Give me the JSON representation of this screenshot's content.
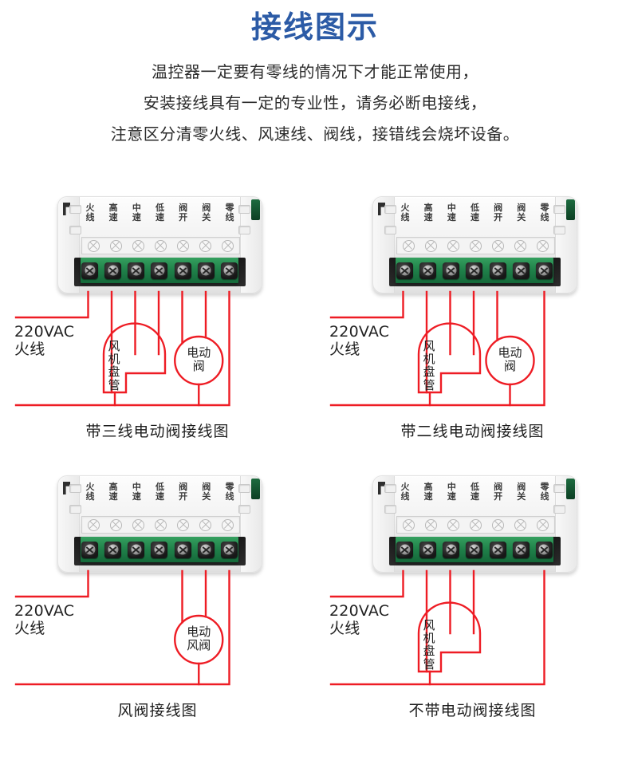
{
  "header": {
    "title": "接线图示",
    "intro_lines": [
      "温控器一定要有零线的情况下才能正常使用，",
      "安装接线具有一定的专业性，请务必断电接线，",
      "注意区分清零火线、风速线、阀线，接错线会烧坏设备。"
    ]
  },
  "colors": {
    "title_blue": "#2c5ba6",
    "wire_red": "#ee1c24",
    "pcb_green": "#1f8049",
    "body_text": "#2b2b2b"
  },
  "device": {
    "terminals": [
      {
        "index": 1,
        "top": "火",
        "bottom": "线",
        "name": "火线"
      },
      {
        "index": 2,
        "top": "高",
        "bottom": "速",
        "name": "高速"
      },
      {
        "index": 3,
        "top": "中",
        "bottom": "速",
        "name": "中速"
      },
      {
        "index": 4,
        "top": "低",
        "bottom": "速",
        "name": "低速"
      },
      {
        "index": 5,
        "top": "阀",
        "bottom": "开",
        "name": "阀开"
      },
      {
        "index": 6,
        "top": "阀",
        "bottom": "关",
        "name": "阀关"
      },
      {
        "index": 7,
        "top": "零",
        "bottom": "线",
        "name": "零线"
      }
    ],
    "symbol_count": 7
  },
  "diagrams": [
    {
      "id": "three-wire-valve",
      "caption": "带三线电动阀接线图",
      "supply_label_line1": "220VAC",
      "supply_label_line2": "火线",
      "fancoil_label": "风机盘管",
      "valve_label": "电动阀",
      "connected_terminals": [
        1,
        2,
        3,
        4,
        5,
        6,
        7
      ],
      "fancoil_terminals": [
        2,
        3,
        4
      ],
      "valve_terminals": [
        5,
        6
      ]
    },
    {
      "id": "two-wire-valve",
      "caption": "带二线电动阀接线图",
      "supply_label_line1": "220VAC",
      "supply_label_line2": "火线",
      "fancoil_label": "风机盘管",
      "valve_label": "电动阀",
      "connected_terminals": [
        1,
        2,
        3,
        4,
        5,
        7
      ],
      "fancoil_terminals": [
        2,
        3,
        4
      ],
      "valve_terminals": [
        5
      ]
    },
    {
      "id": "damper",
      "caption": "风阀接线图",
      "supply_label_line1": "220VAC",
      "supply_label_line2": "火线",
      "fancoil_label": "",
      "valve_label": "电动风阀",
      "connected_terminals": [
        1,
        5,
        6,
        7
      ],
      "fancoil_terminals": [],
      "valve_terminals": [
        5,
        6
      ]
    },
    {
      "id": "no-valve",
      "caption": "不带电动阀接线图",
      "supply_label_line1": "220VAC",
      "supply_label_line2": "火线",
      "fancoil_label": "风机盘管",
      "valve_label": "",
      "connected_terminals": [
        1,
        2,
        3,
        4,
        7
      ],
      "fancoil_terminals": [
        2,
        3,
        4
      ],
      "valve_terminals": []
    }
  ]
}
